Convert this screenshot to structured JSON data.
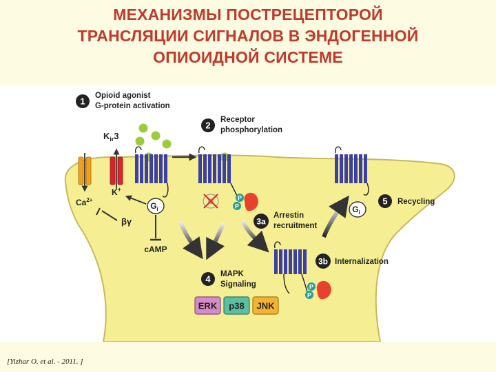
{
  "title_lines": [
    "МЕХАНИЗМЫ ПОСТРЕЦЕПТОРОЙ",
    "ТРАНСЛЯЦИИ СИГНАЛОВ В ЭНДОГЕННОЙ",
    "ОПИОИДНОЙ СИСТЕМЕ"
  ],
  "steps": {
    "s1": {
      "num": "1",
      "line1": "Opioid agonist",
      "line2": "G-protein activation"
    },
    "s2": {
      "num": "2",
      "line1": "Receptor",
      "line2": "phosphorylation"
    },
    "s3a": {
      "num": "3a",
      "line1": "Arrestin",
      "line2": "recruitment"
    },
    "s3b": {
      "num": "3b",
      "line1": "Internalization"
    },
    "s4": {
      "num": "4",
      "line1": "MAPK",
      "line2": "Signaling"
    },
    "s5": {
      "num": "5",
      "line1": "Recycling"
    }
  },
  "labels": {
    "kir_main": "K",
    "kir_sub": "ir",
    "kir_num": "3",
    "k_main": "K",
    "k_sup": "+",
    "ca_main": "Ca",
    "ca_sup": "2+",
    "gi_main": "G",
    "gi_sub": "i",
    "betagamma": "βγ",
    "camp": "cAMP",
    "p": "P"
  },
  "mapk": [
    {
      "label": "ERK",
      "color": "#d58bc6"
    },
    {
      "label": "p38",
      "color": "#5bbfa4"
    },
    {
      "label": "JNK",
      "color": "#f2b431"
    }
  ],
  "colors": {
    "title": "#c0392b",
    "cell": "#f5ee92",
    "cell_stroke": "#c9b85a",
    "receptor": "#3b3fa8",
    "receptor_dark": "#1f2270",
    "agonist": "#9ccc3c",
    "arrestin": "#e8412e",
    "phospho": "#2a9d8f",
    "channel_orange": "#f0a020",
    "channel_red": "#d8262c",
    "step_badge": "#222222"
  },
  "footer": "[Yizhar O. et al. - 2011. ]"
}
